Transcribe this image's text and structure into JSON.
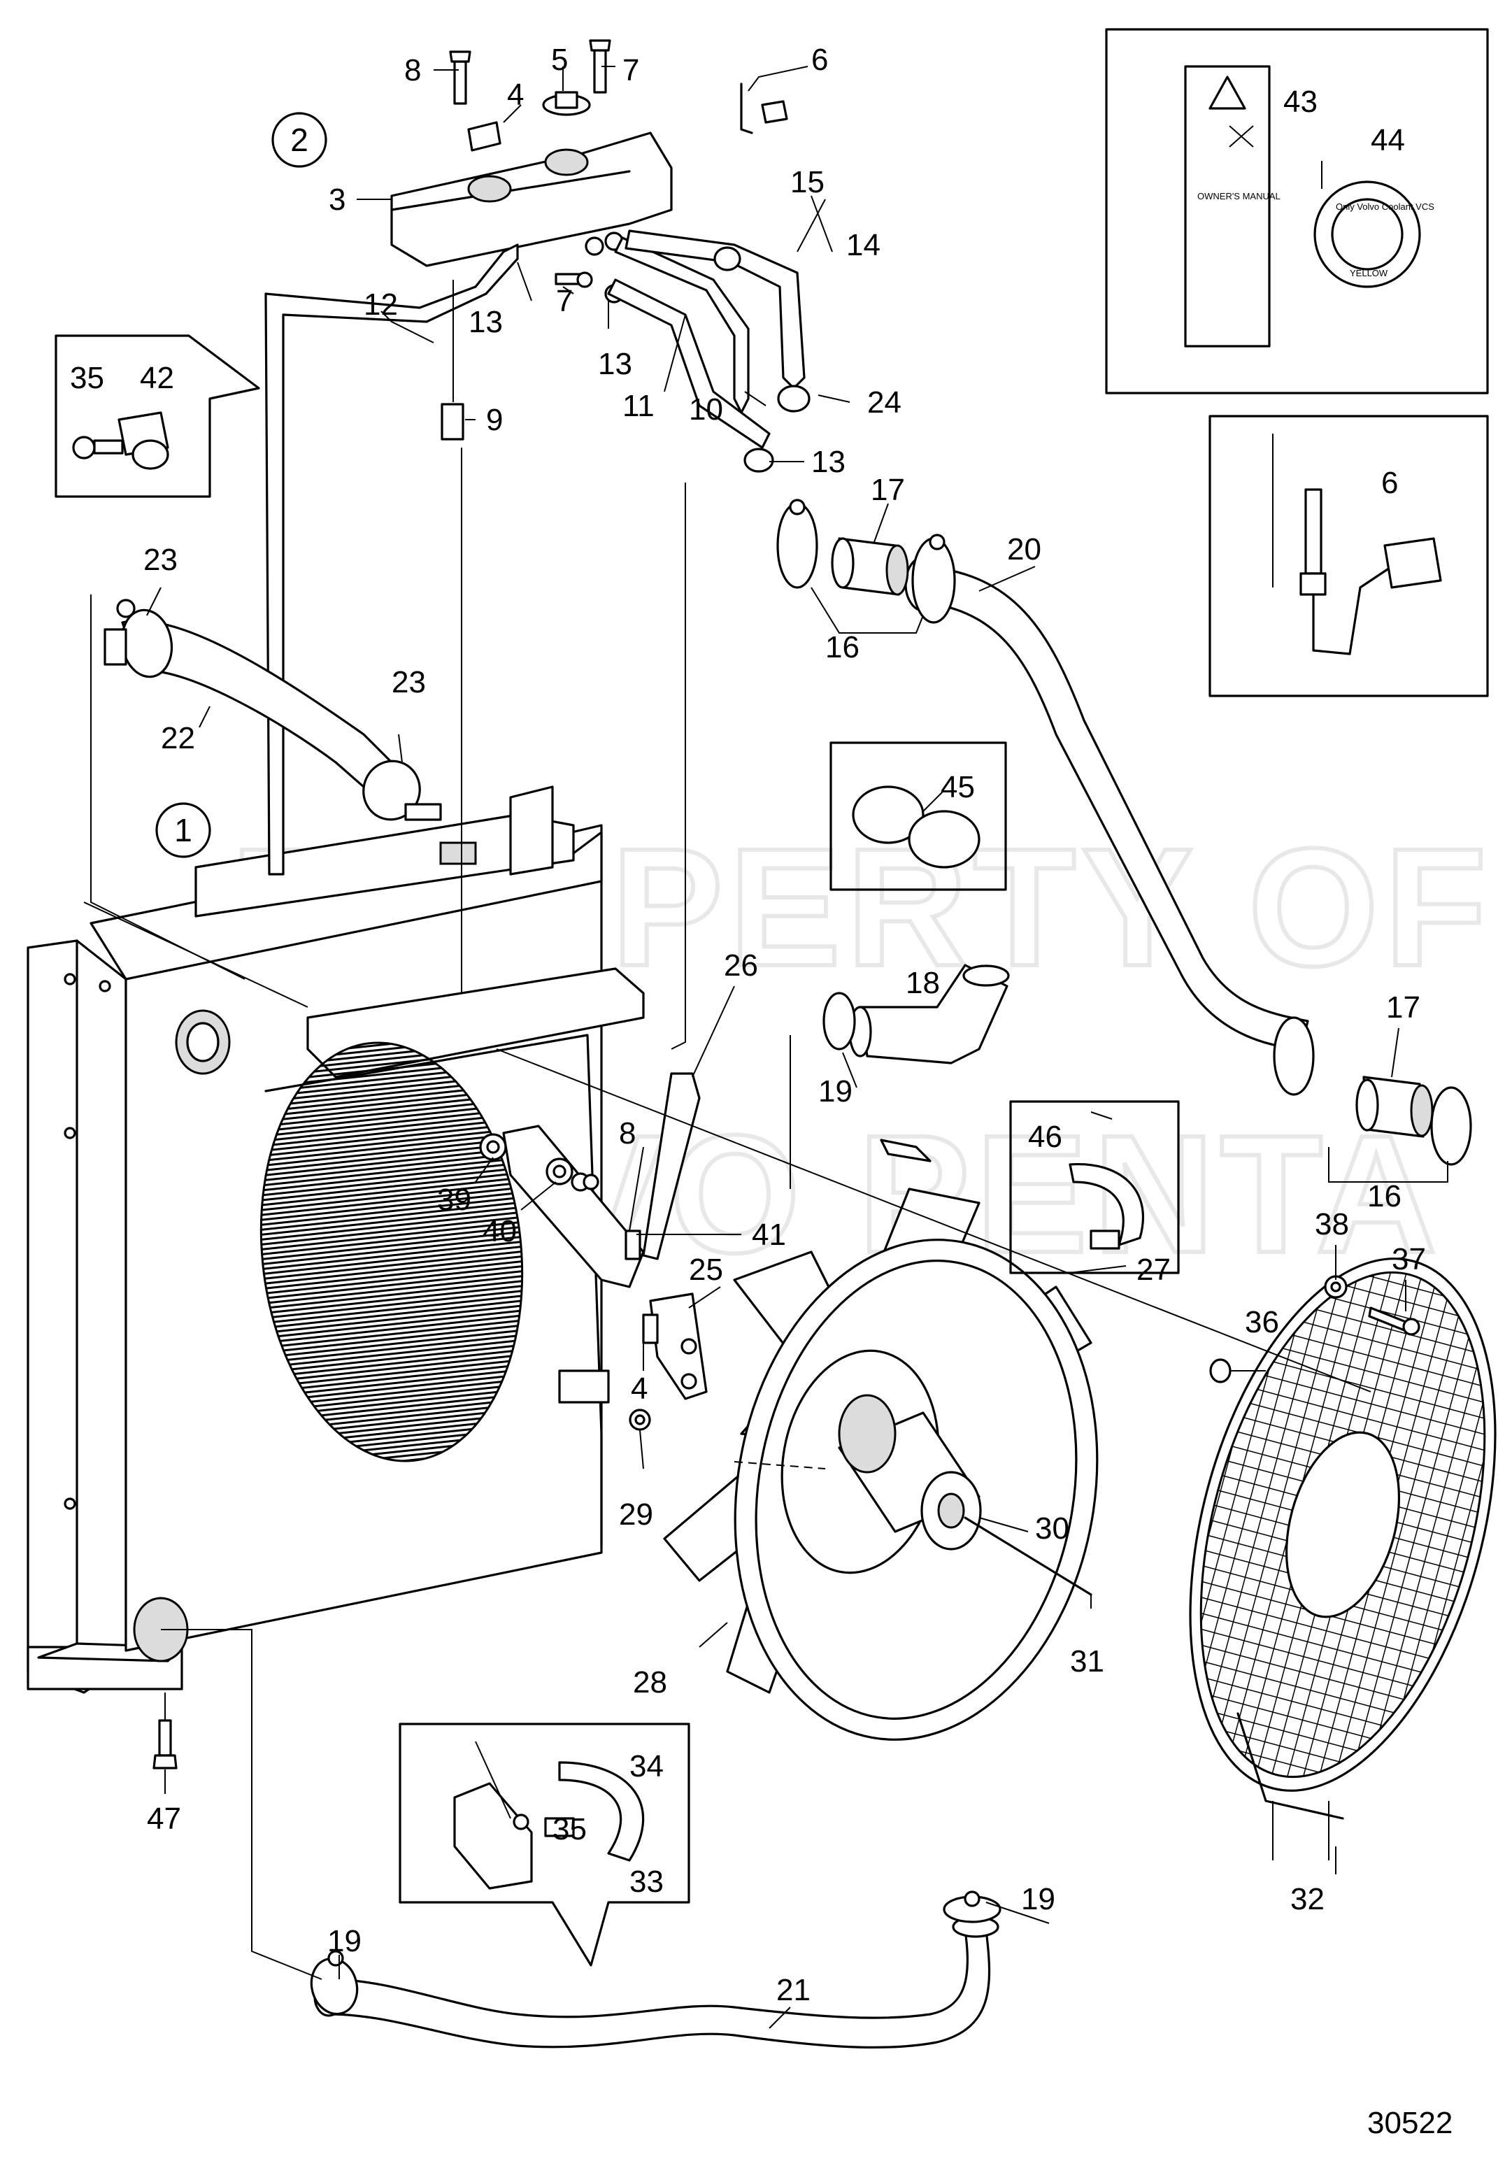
{
  "diagram": {
    "drawing_number": "30522",
    "watermark_lines": [
      "PROPERTY OF",
      "VOLVO PENTA"
    ],
    "view_markers": [
      "1",
      "2"
    ],
    "callouts": [
      "3",
      "4",
      "5",
      "6",
      "7",
      "8",
      "9",
      "10",
      "11",
      "12",
      "13",
      "14",
      "15",
      "16",
      "17",
      "18",
      "19",
      "20",
      "21",
      "22",
      "23",
      "24",
      "25",
      "26",
      "27",
      "28",
      "29",
      "30",
      "31",
      "32",
      "33",
      "34",
      "35",
      "36",
      "37",
      "38",
      "39",
      "40",
      "41",
      "42",
      "43",
      "44",
      "45",
      "46",
      "47"
    ],
    "decal_text": {
      "manual_label": "OWNER'S MANUAL",
      "cap_ring_text": "Only Volvo Coolant VCS",
      "cap_color": "YELLOW"
    }
  }
}
